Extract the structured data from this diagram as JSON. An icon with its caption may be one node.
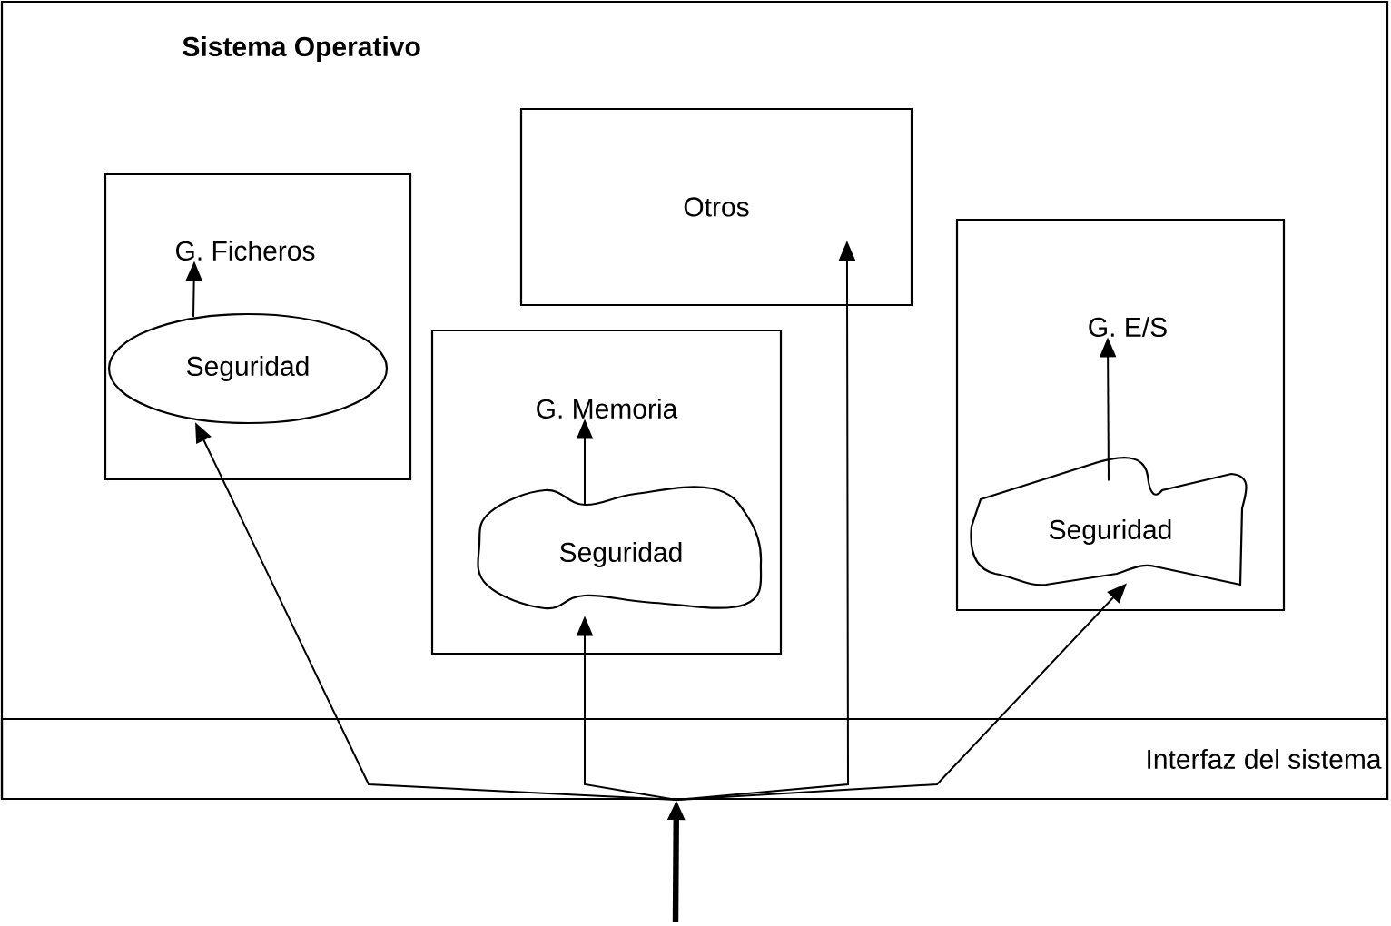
{
  "diagram": {
    "nodes": [
      {
        "text": [
          "Sistema Operativo"
        ]
      },
      {
        "text": [],
        "shape": "box",
        "in": 0
      },
      {
        "text": [
          "G. Ficheros"
        ],
        "in": 1
      },
      {
        "text": [
          "Seguridad"
        ],
        "in": 1
      },
      {
        "text": [
          "Otros"
        ],
        "in": 0
      },
      {
        "text": [],
        "shape": "box",
        "in": 0
      },
      {
        "text": [
          "G. Memoria"
        ],
        "in": 5
      },
      {
        "text": [
          "Seguridad"
        ],
        "in": 5
      },
      {
        "text": [],
        "shape": "box",
        "in": 0
      },
      {
        "text": [
          "G. E/S"
        ],
        "in": 8
      },
      {
        "text": [
          "Seguridad"
        ],
        "in": 8
      },
      {
        "text": [
          "Interfaz del sistema"
        ],
        "in": 0
      }
    ],
    "edges": [
      {
        "from": 3,
        "to": 2,
        "arrow": "to"
      },
      {
        "from": 7,
        "to": 6,
        "arrow": "to"
      },
      {
        "from": 10,
        "to": 9,
        "arrow": "to"
      },
      {
        "from": 11,
        "to": 3,
        "arrow": "to"
      },
      {
        "from": 11,
        "to": 7,
        "arrow": "to"
      },
      {
        "from": 11,
        "to": 4,
        "arrow": "to"
      },
      {
        "from": 11,
        "to": 10,
        "arrow": "to"
      },
      {
        "from": null,
        "to": 11,
        "arrow": "to",
        "style": "thick"
      }
    ]
  }
}
